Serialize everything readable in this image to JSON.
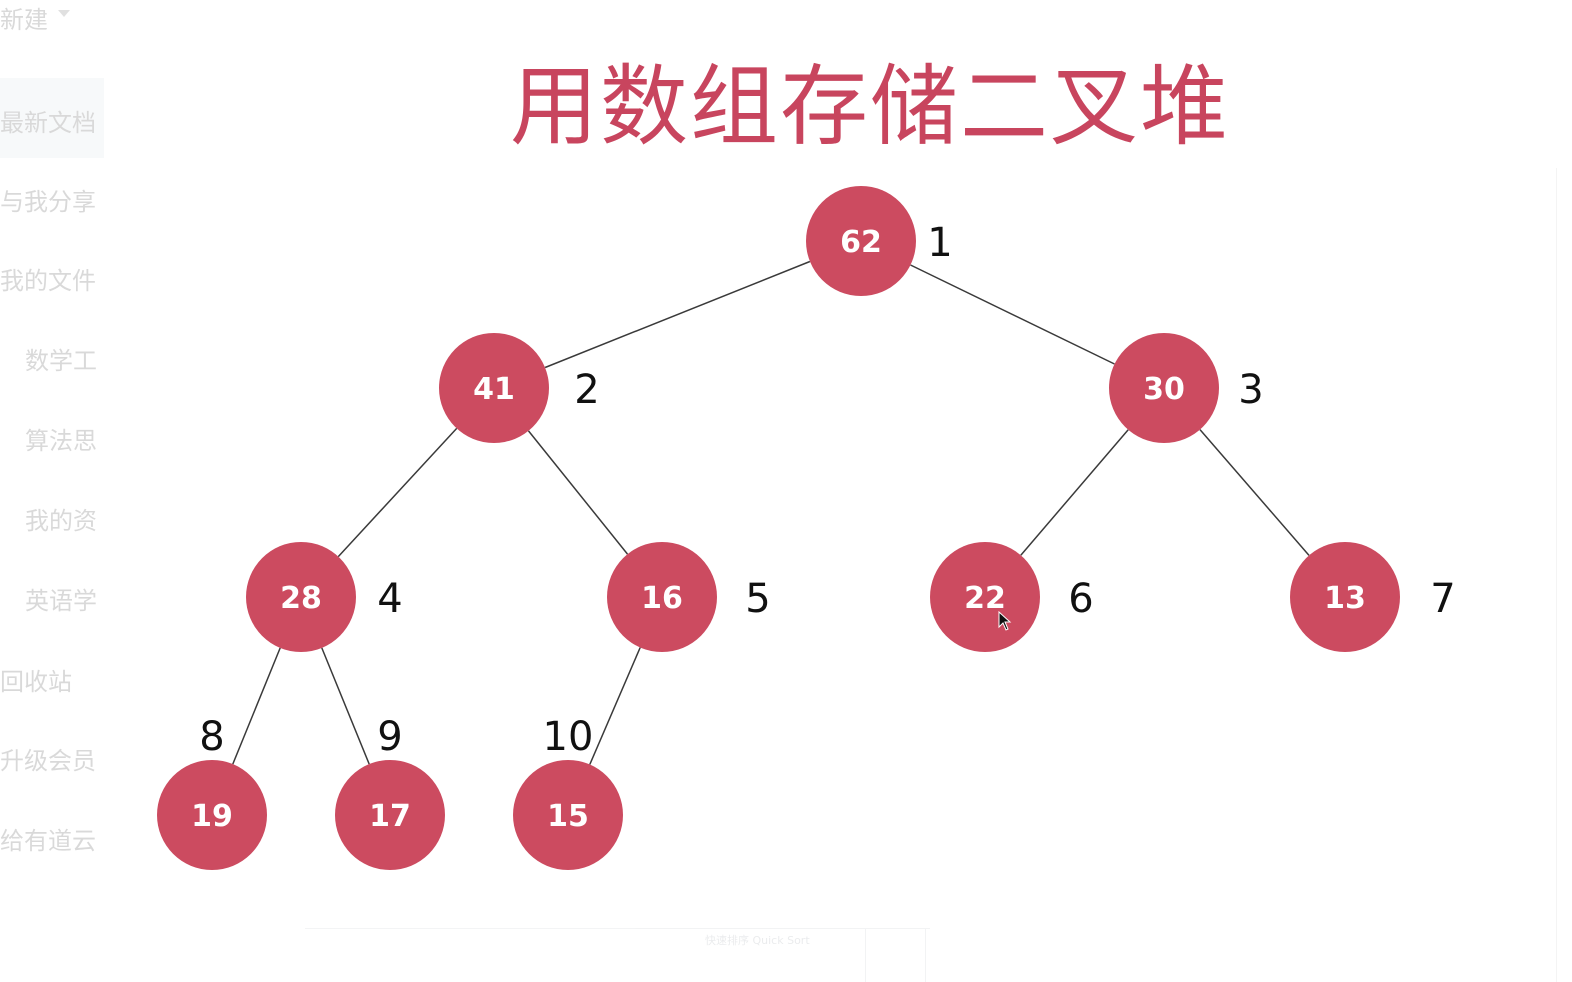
{
  "slide": {
    "title": "用数组存储二叉堆"
  },
  "colors": {
    "node_fill": "#cc4b60",
    "title": "#c8455e",
    "edge": "#3a3a3a",
    "index_text": "#111111"
  },
  "sidebar": {
    "new_label": "新建",
    "items": [
      "最新文档",
      "与我分享",
      "我的文件",
      "数学工",
      "算法思",
      "我的资",
      "英语学",
      "回收站",
      "升级会员",
      "给有道云"
    ]
  },
  "bottom_bar": {
    "label": "快速排序 Quick Sort"
  },
  "tree": {
    "nodes": [
      {
        "index": "1",
        "value": "62"
      },
      {
        "index": "2",
        "value": "41"
      },
      {
        "index": "3",
        "value": "30"
      },
      {
        "index": "4",
        "value": "28"
      },
      {
        "index": "5",
        "value": "16"
      },
      {
        "index": "6",
        "value": "22"
      },
      {
        "index": "7",
        "value": "13"
      },
      {
        "index": "8",
        "value": "19"
      },
      {
        "index": "9",
        "value": "17"
      },
      {
        "index": "10",
        "value": "15"
      }
    ],
    "edges": [
      [
        "1",
        "2"
      ],
      [
        "1",
        "3"
      ],
      [
        "2",
        "4"
      ],
      [
        "2",
        "5"
      ],
      [
        "3",
        "6"
      ],
      [
        "3",
        "7"
      ],
      [
        "4",
        "8"
      ],
      [
        "4",
        "9"
      ],
      [
        "5",
        "10"
      ]
    ]
  },
  "icons": {
    "cursor": "mouse-pointer-icon",
    "dropdown": "caret-down-icon"
  }
}
